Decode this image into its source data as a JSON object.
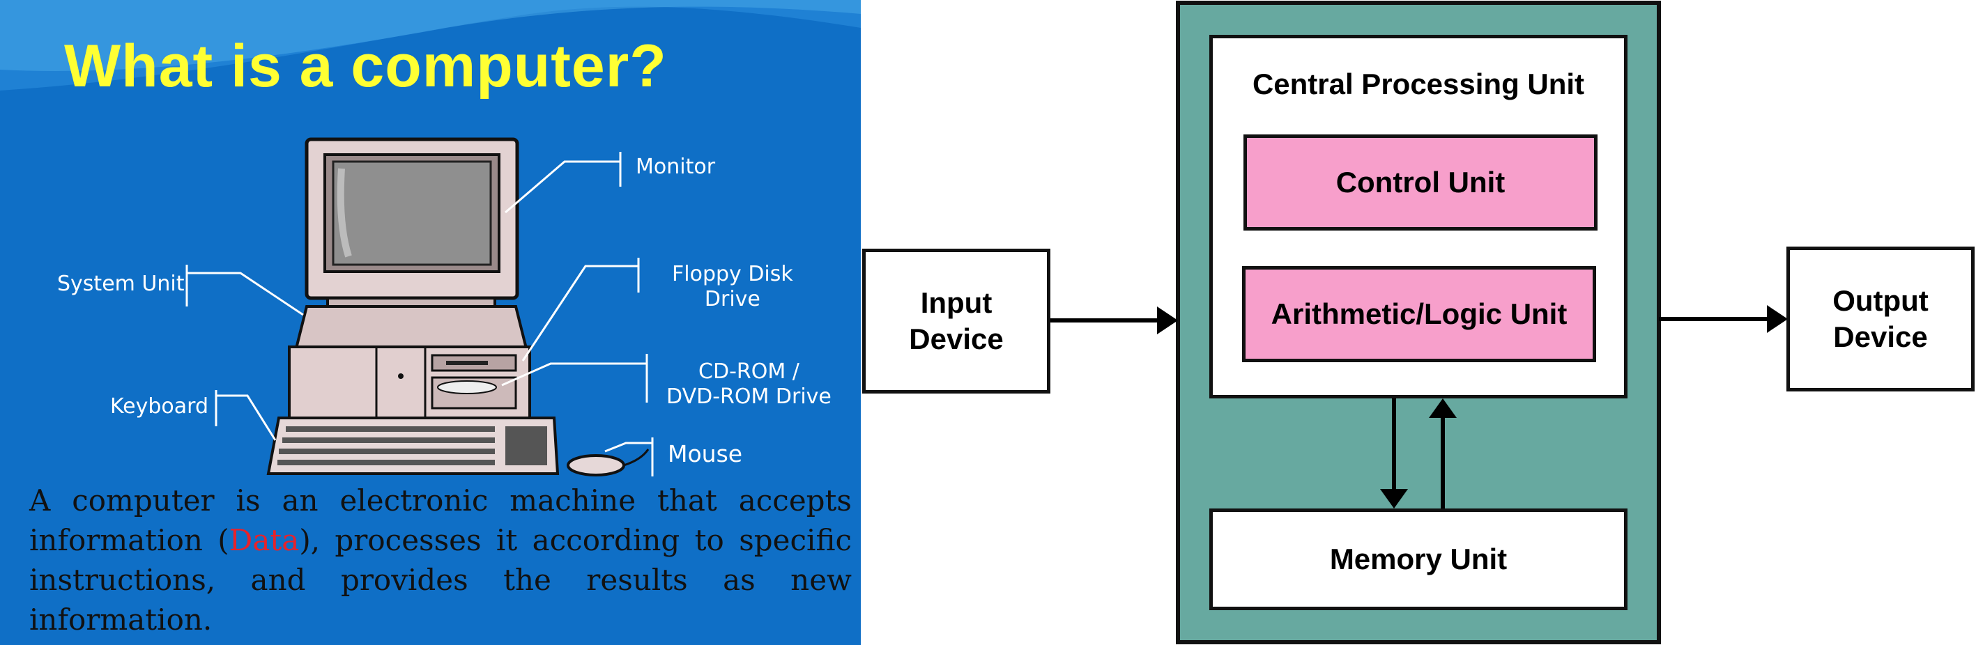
{
  "slide": {
    "title": "What is a computer?",
    "labels": {
      "monitor": "Monitor",
      "system_unit": "System Unit",
      "floppy_1": "Floppy Disk",
      "floppy_2": "Drive",
      "cdrom_1": "CD-ROM /",
      "cdrom_2": "DVD-ROM Drive",
      "keyboard": "Keyboard",
      "mouse": "Mouse"
    },
    "description": {
      "before": "A computer is an electronic machine that accepts information (",
      "highlight": "Data",
      "after": "), processes it according to specific instructions, and provides the results as new information."
    },
    "colors": {
      "background": "#0f6fc6",
      "title": "#ffff33",
      "highlight": "#e8222a"
    }
  },
  "diagram": {
    "input": [
      "Input",
      "Device"
    ],
    "output": [
      "Output",
      "Device"
    ],
    "cpu_title": "Central Processing Unit",
    "control_unit": "Control Unit",
    "alu": "Arithmetic/Logic Unit",
    "memory_unit": "Memory Unit",
    "colors": {
      "cpu_frame": "#67a9a0",
      "unit_fill": "#f79fcb"
    }
  }
}
